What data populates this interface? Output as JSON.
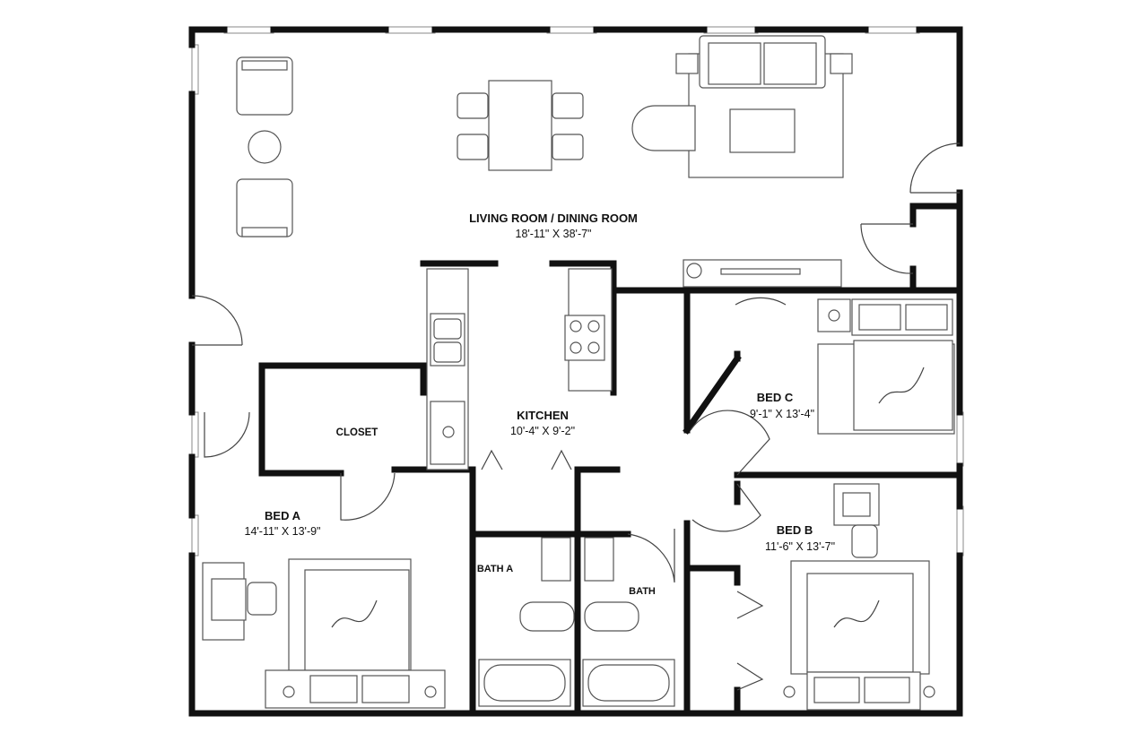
{
  "rooms": {
    "living": {
      "name": "LIVING ROOM / DINING ROOM",
      "size": "18'-11\" X 38'-7\""
    },
    "kitchen": {
      "name": "KITCHEN",
      "size": "10'-4\" X 9'-2\""
    },
    "closet": {
      "name": "CLOSET"
    },
    "bed_a": {
      "name": "BED A",
      "size": "14'-11\" X 13'-9\""
    },
    "bed_b": {
      "name": "BED B",
      "size": "11'-6\" X 13'-7\""
    },
    "bed_c": {
      "name": "BED C",
      "size": "9'-1\" X 13'-4\""
    },
    "bath_a": {
      "name": "BATH A"
    },
    "bath": {
      "name": "BATH"
    }
  },
  "colors": {
    "wall": "#111111",
    "furniture_line": "#555555",
    "background": "#ffffff"
  }
}
